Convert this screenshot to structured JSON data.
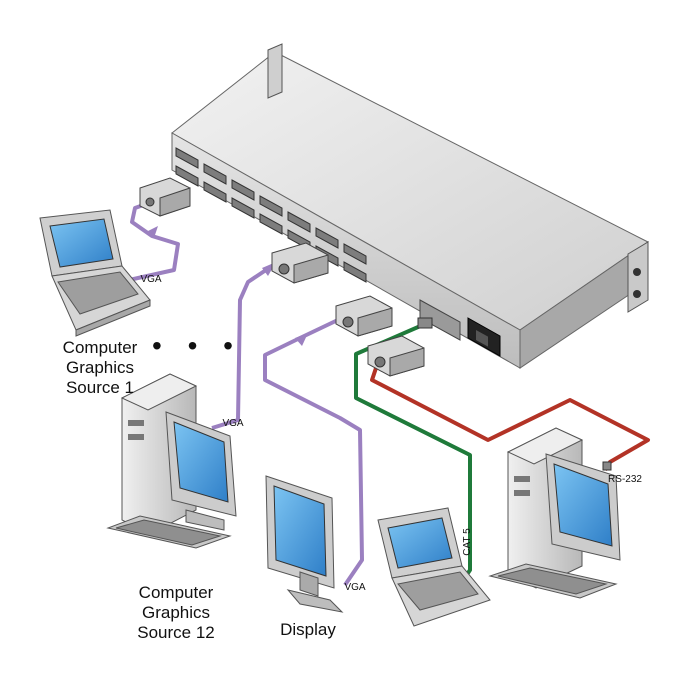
{
  "labels": {
    "source1_line1": "Computer",
    "source1_line2": "Graphics",
    "source1_line3": "Source 1",
    "source12_line1": "Computer",
    "source12_line2": "Graphics",
    "source12_line3": "Source 12",
    "display": "Display",
    "vga_1": "VGA",
    "vga_2": "VGA",
    "vga_3": "VGA",
    "cat5": "CAT 5",
    "rs232": "RS-232",
    "ellipsis": "• • •"
  },
  "colors": {
    "vga_cable": "#9b80c0",
    "cat5_cable": "#1f7a3a",
    "rs232_cable": "#b33326",
    "chassis": "#d9d9d9",
    "screen": "#4aa0e0"
  },
  "icons": {
    "matrix_switcher": "rack-device-icon",
    "laptop": "laptop-icon",
    "desktop": "desktop-computer-icon",
    "monitor": "monitor-icon",
    "vga_connector": "vga-connector-icon"
  }
}
